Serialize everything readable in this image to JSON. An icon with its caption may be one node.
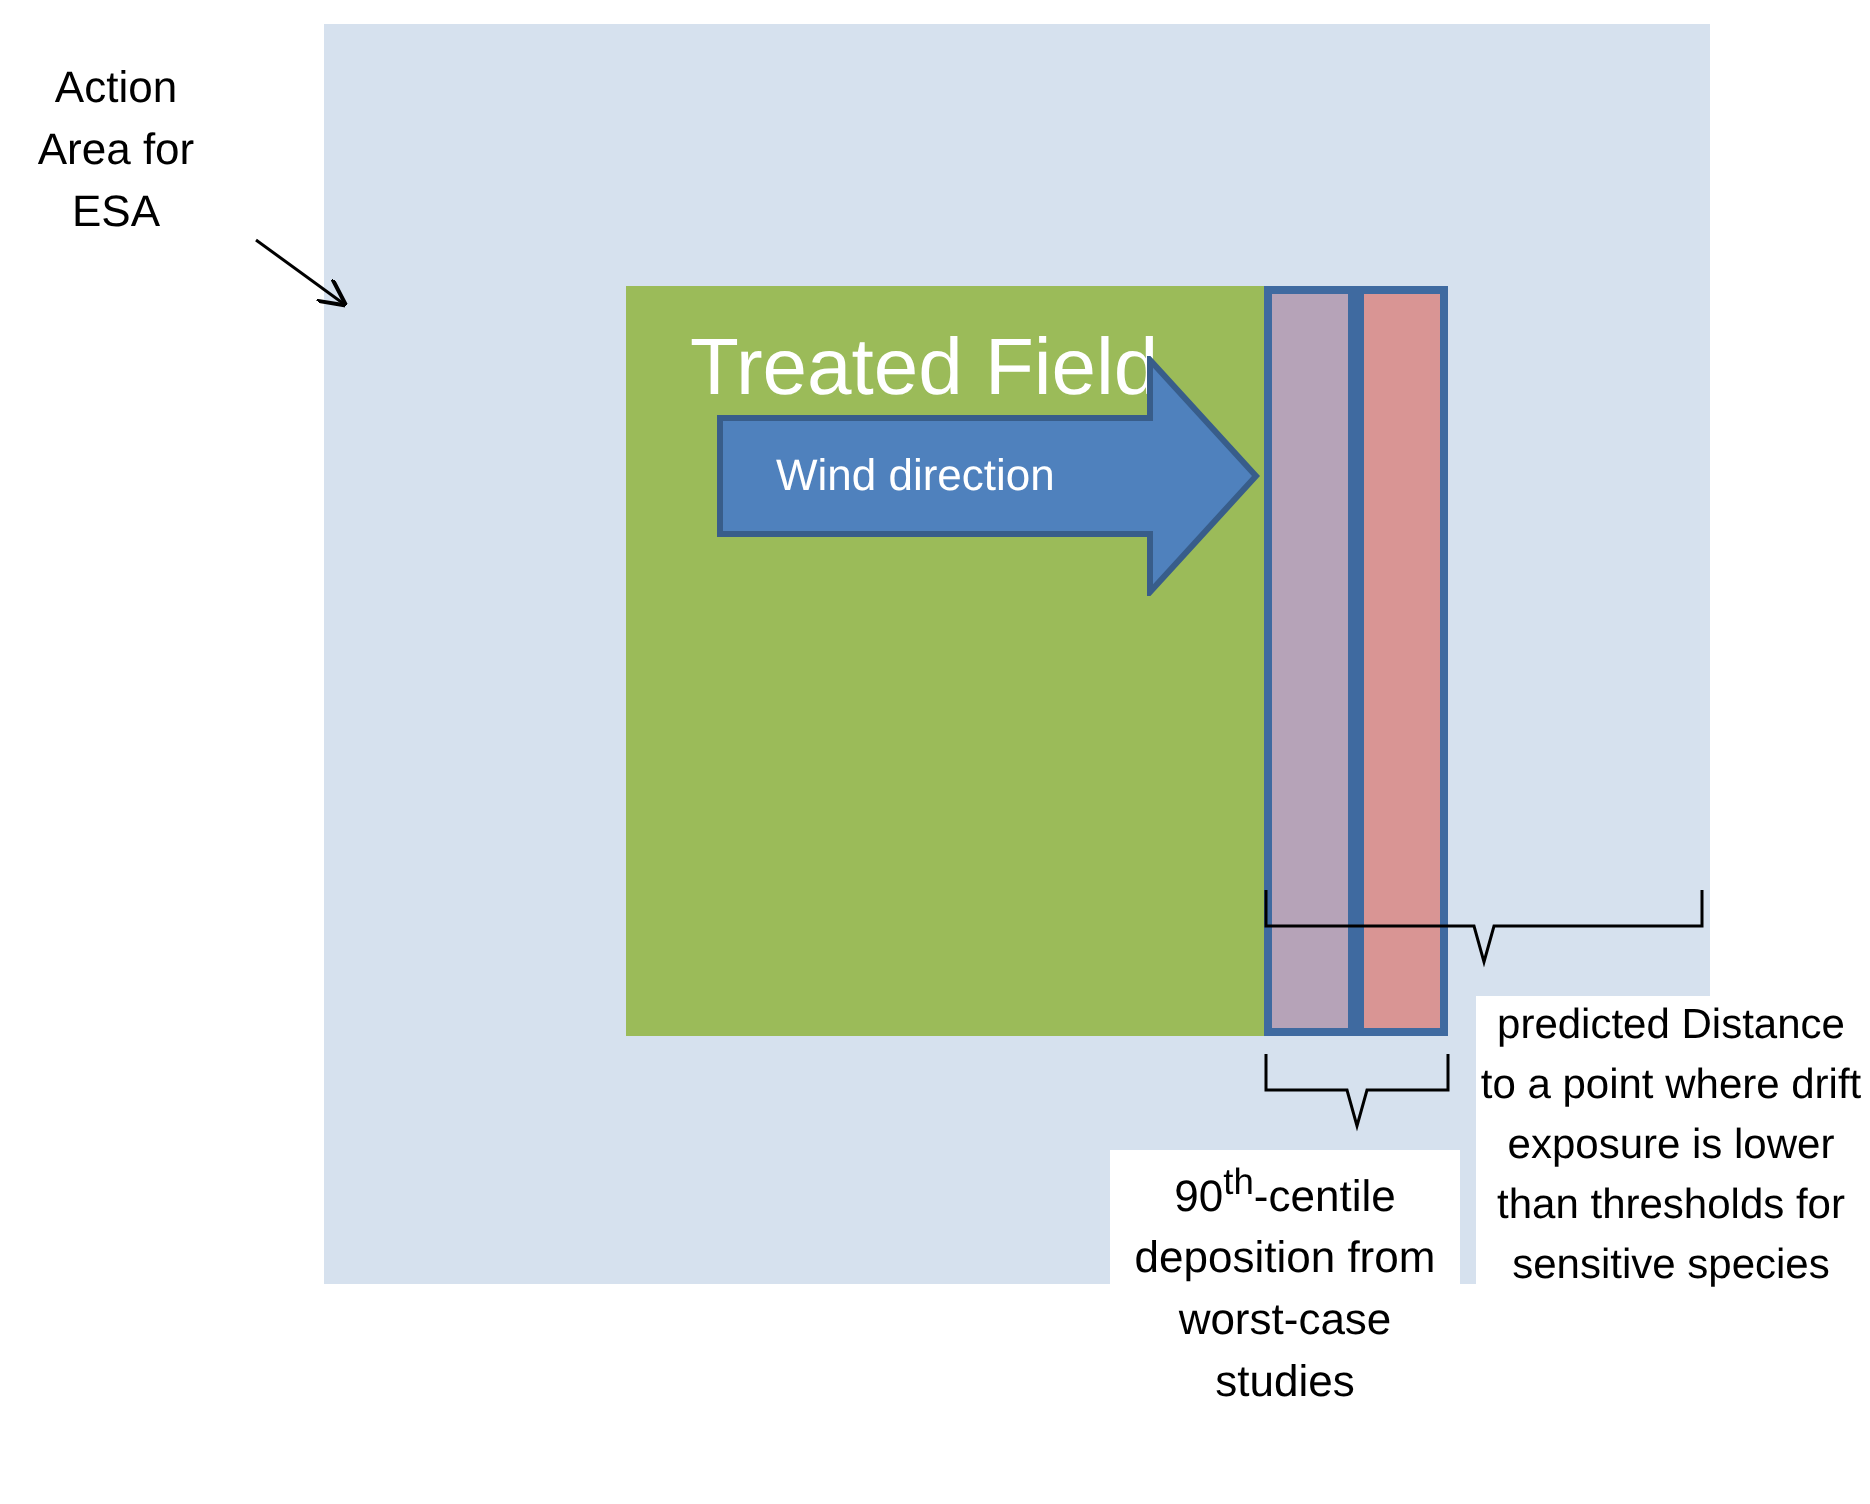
{
  "diagram": {
    "nodes": [
      {
        "text": [
          "Action Area for ESA"
        ]
      },
      {
        "text": [],
        "shape": "box"
      },
      {
        "text": [
          "Treated Field"
        ],
        "in": 1
      },
      {
        "text": [
          "Wind direction"
        ],
        "in": 2
      },
      {
        "text": [],
        "shape": "box",
        "in": 1
      },
      {
        "text": [],
        "shape": "box",
        "in": 1
      }
    ],
    "edges": [
      {
        "from": 0,
        "to": 1,
        "arrow": "to"
      }
    ],
    "labels": [
      "90$^{th}$-centile deposition from worst-case studies",
      "predicted Distance to a point where drift exposure is lower than thresholds for sensitive species"
    ]
  }
}
